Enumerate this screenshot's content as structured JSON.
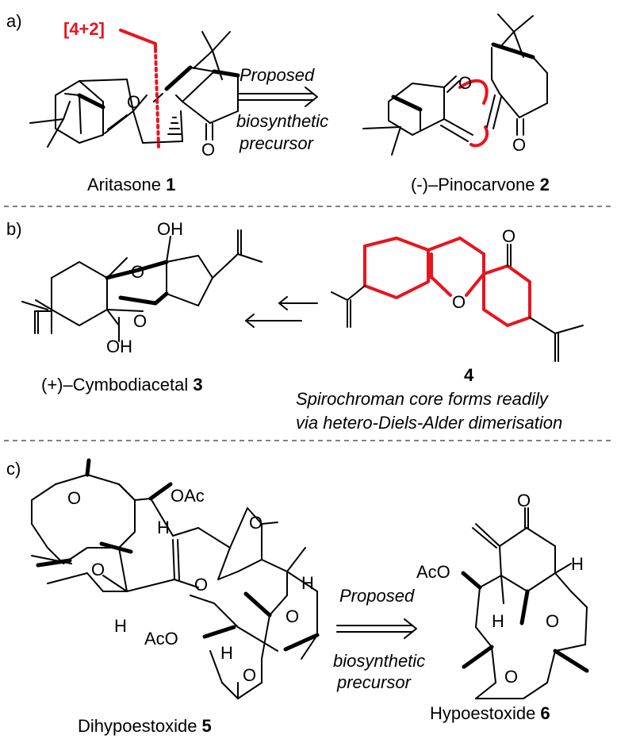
{
  "panels": {
    "a": {
      "letter": "a)",
      "bracket_label": "[4+2]",
      "arrow_text_top": "Proposed",
      "arrow_text_mid": "biosynthetic",
      "arrow_text_bot": "precursor",
      "compound1_name": "Aritasone ",
      "compound1_num": "1",
      "compound2_name": "(-)–Pinocarvone ",
      "compound2_num": "2"
    },
    "b": {
      "letter": "b)",
      "compound3_name": "(+)–Cymbodiacetal ",
      "compound3_num": "3",
      "compound4_num": "4",
      "caption_line1": "Spirochroman core forms readily",
      "caption_line2": "via hetero-Diels-Alder dimerisation"
    },
    "c": {
      "letter": "c)",
      "arrow_text_top": "Proposed",
      "arrow_text_mid": "biosynthetic",
      "arrow_text_bot": "precursor",
      "compound5_name": "Dihypoestoxide ",
      "compound5_num": "5",
      "compound6_name": "Hypoestoxide ",
      "compound6_num": "6"
    }
  },
  "atoms": {
    "O": "O",
    "OH": "OH",
    "OAc": "OAc",
    "AcO": "AcO",
    "H": "H"
  },
  "colors": {
    "highlight": "#e8141e",
    "ink": "#000000"
  }
}
